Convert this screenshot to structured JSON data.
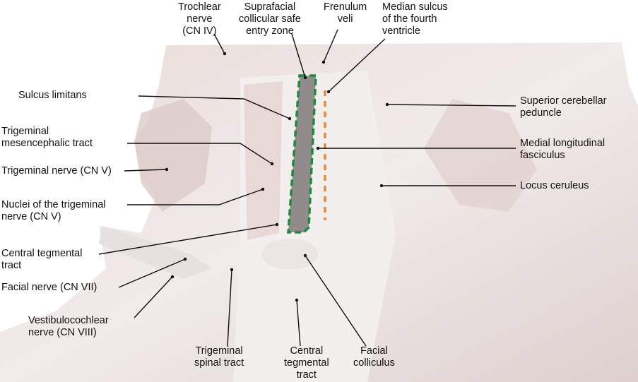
{
  "labels": {
    "trochlear_nerve": [
      "Trochlear",
      "nerve",
      "(CN IV)"
    ],
    "safe_entry_zone": [
      "Suprafacial",
      "collicular safe",
      "entry zone"
    ],
    "frenulum_veli": [
      "Frenulum",
      "veli"
    ],
    "median_sulcus": [
      "Median sulcus",
      "of the fourth",
      "ventricle"
    ],
    "sulcus_limitans": [
      "Sulcus limitans"
    ],
    "trigeminal_mesencephalic_tract": [
      "Trigeminal",
      "mesencephalic tract"
    ],
    "trigeminal_nerve": [
      "Trigeminal nerve (CN V)"
    ],
    "trigeminal_nuclei": [
      "Nuclei of the trigeminal",
      "nerve (CN V)"
    ],
    "central_tegmental_tract_left": [
      "Central tegmental",
      "tract"
    ],
    "facial_nerve": [
      "Facial nerve (CN VII)"
    ],
    "vestibulocochlear_nerve": [
      "Vestibulocochlear",
      "nerve (CN VIII)"
    ],
    "superior_cerebellar_peduncle": [
      "Superior cerebellar",
      "peduncle"
    ],
    "medial_longitudinal_fasciculus": [
      "Medial longitudinal",
      "fasciculus"
    ],
    "locus_ceruleus": [
      "Locus ceruleus"
    ],
    "trigeminal_spinal_tract": [
      "Trigeminal",
      "spinal tract"
    ],
    "central_tegmental_tract_bottom": [
      "Central",
      "tegmental",
      "tract"
    ],
    "facial_colliculus": [
      "Facial",
      "colliculus"
    ]
  },
  "colors": {
    "safe_zone_outline": "#1e8a3c",
    "median_sulcus_marker": "#e8893a",
    "tissue": "#ece4e2"
  }
}
